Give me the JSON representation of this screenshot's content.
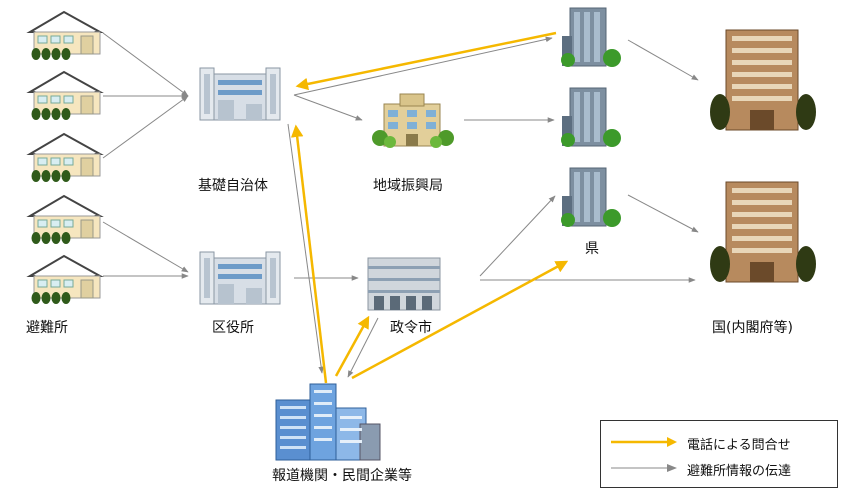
{
  "labels": {
    "shelters": "避難所",
    "municipality": "基礎自治体",
    "ward_office": "区役所",
    "regional_bureau": "地域振興局",
    "designated_city": "政令市",
    "media": "報道機関・民間企業等",
    "prefecture": "県",
    "national": "国(内閣府等)"
  },
  "legend": {
    "phone": "電話による問合せ",
    "transfer": "避難所情報の伝達"
  },
  "colors": {
    "phone_arrow": "#f5b800",
    "transfer_arrow": "#888888"
  }
}
